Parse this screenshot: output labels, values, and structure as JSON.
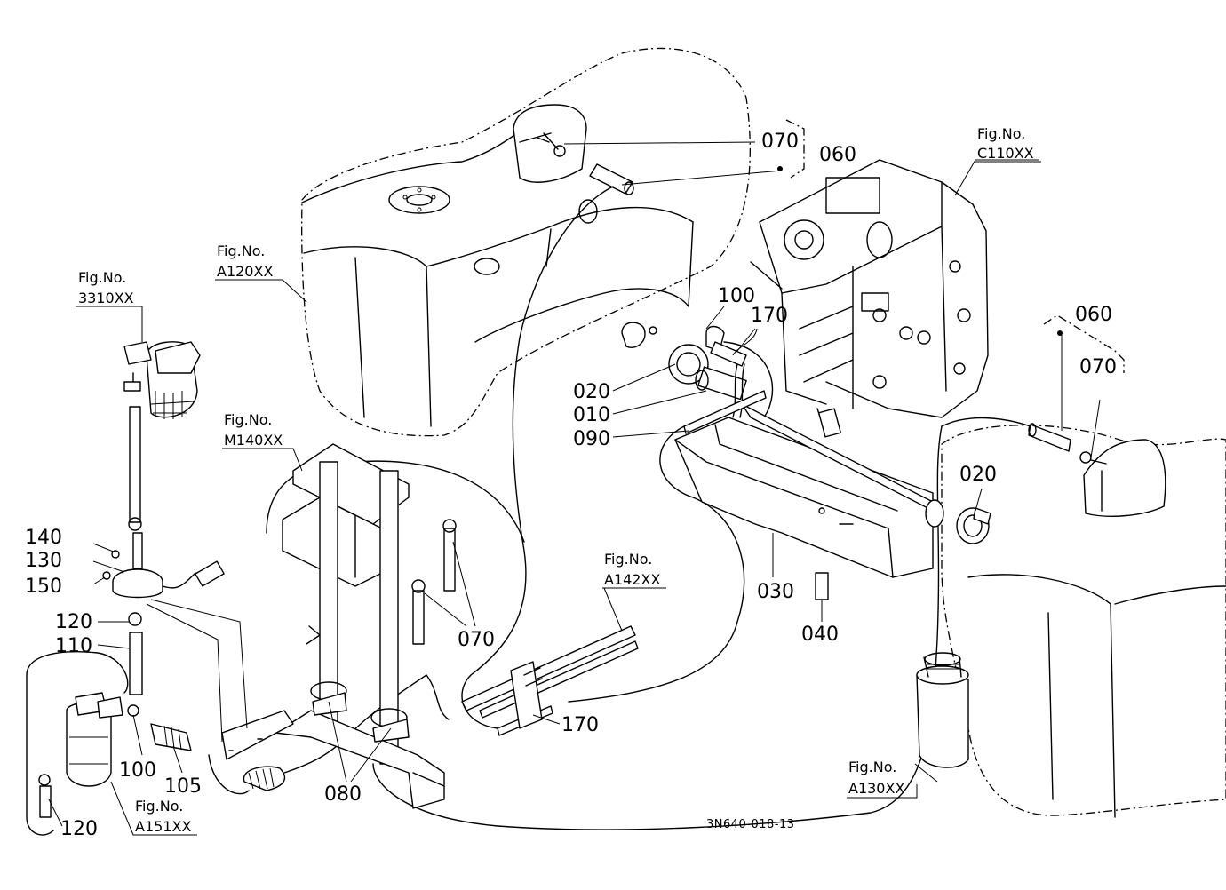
{
  "diagram": {
    "drawing_code": "3N640-018-13",
    "part_labels": {
      "p070_top": "070",
      "p060_top": "060",
      "p100_mid": "100",
      "p170_mid": "170",
      "p020_left": "020",
      "p010": "010",
      "p090": "090",
      "p060_right": "060",
      "p070_right": "070",
      "p020_right": "020",
      "p030": "030",
      "p040": "040",
      "p140": "140",
      "p130": "130",
      "p150": "150",
      "p120_a": "120",
      "p110": "110",
      "p100_low": "100",
      "p105": "105",
      "p120_b": "120",
      "p070_mid": "070",
      "p080": "080",
      "p170_low": "170"
    },
    "fig_refs": {
      "c110": {
        "title": "Fig.No.",
        "code": "C110XX"
      },
      "a120": {
        "title": "Fig.No.",
        "code": "A120XX"
      },
      "s3310": {
        "title": "Fig.No.",
        "code": "3310XX"
      },
      "m140": {
        "title": "Fig.No.",
        "code": "M140XX"
      },
      "a142": {
        "title": "Fig.No.",
        "code": "A142XX"
      },
      "a130": {
        "title": "Fig.No.",
        "code": "A130XX"
      },
      "a151": {
        "title": "Fig.No.",
        "code": "A151XX"
      }
    }
  }
}
